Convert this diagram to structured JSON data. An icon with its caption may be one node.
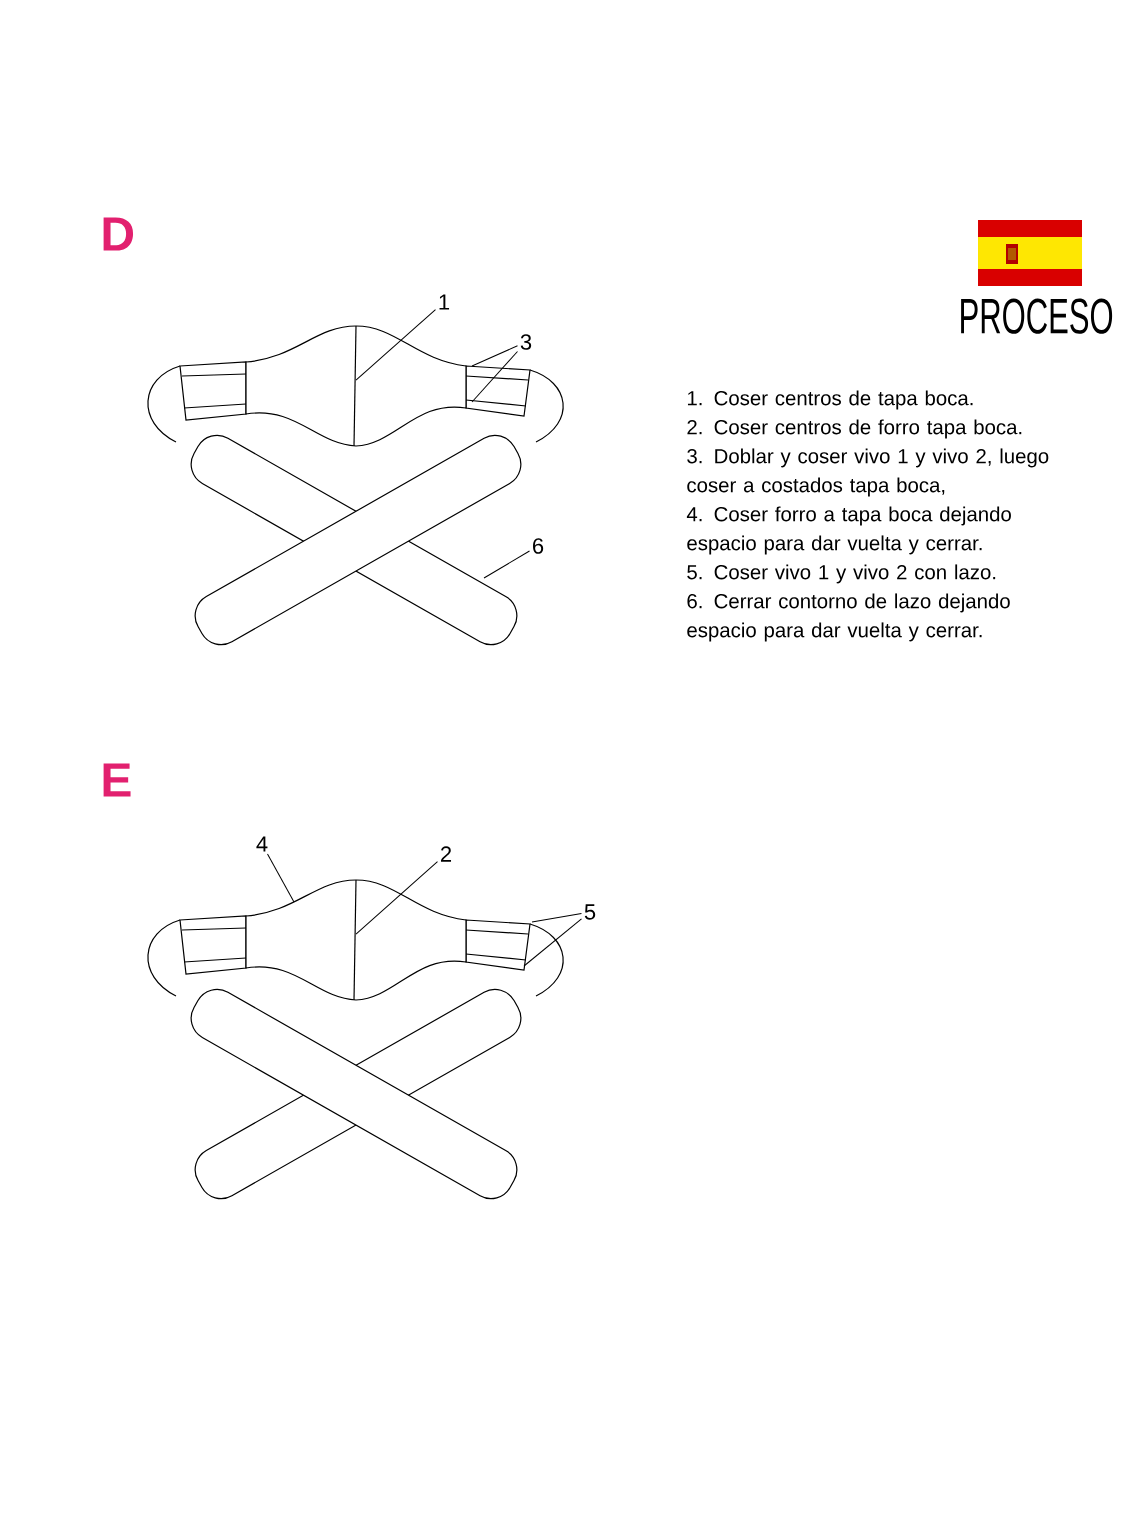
{
  "diagram": {
    "nodes": [
      {
        "text": [
          "1"
        ]
      },
      {
        "text": [
          "3"
        ]
      },
      {
        "text": [
          "6"
        ]
      },
      {
        "text": [
          "4"
        ]
      },
      {
        "text": [
          "2"
        ]
      },
      {
        "text": [
          "5"
        ]
      }
    ],
    "edges": [
      {
        "from": 0,
        "to": null,
        "arrow": "none"
      },
      {
        "from": 1,
        "to": null,
        "arrow": "none"
      },
      {
        "from": 1,
        "to": null,
        "arrow": "none"
      },
      {
        "from": 2,
        "to": null,
        "arrow": "none"
      },
      {
        "from": 3,
        "to": null,
        "arrow": "none"
      },
      {
        "from": 4,
        "to": null,
        "arrow": "none"
      },
      {
        "from": 5,
        "to": null,
        "arrow": "none"
      },
      {
        "from": 5,
        "to": null,
        "arrow": "none"
      }
    ],
    "labels": [
      "D",
      "PROCESO",
      "1. Coser centros de tapa boca.",
      "2. Coser centros de forro tapa boca.",
      "3. Doblar y coser vivo 1 y vivo 2, luego coser a costados tapa boca,",
      "4. Coser forro a tapa boca dejando espacio para dar vuelta y cerrar.",
      "5. Coser vivo 1 y vivo 2 con lazo.",
      "6. Cerrar contorno de lazo dejando espacio para dar vuelta y cerrar.",
      "E"
    ]
  }
}
